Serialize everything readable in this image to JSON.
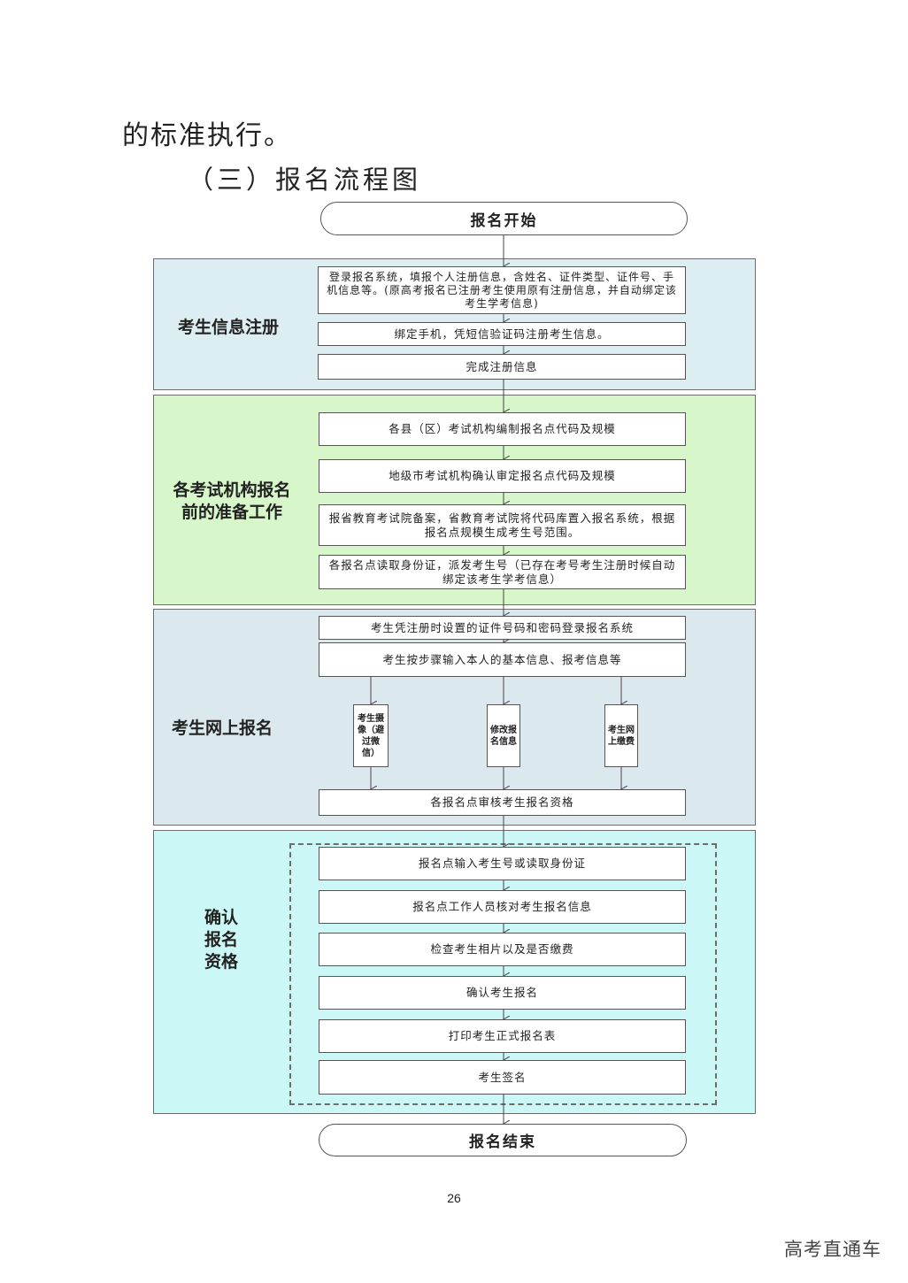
{
  "page": {
    "intro_text": "的标准执行。",
    "heading": "（三）报名流程图",
    "page_number": "26",
    "watermark": "高考直通车"
  },
  "flow": {
    "start": "报名开始",
    "end": "报名结束",
    "sections": [
      {
        "label": "考生信息注册",
        "steps": [
          "登录报名系统，填报个人注册信息，含姓名、证件类型、证件号、手机信息等。(原高考报名已注册考生使用原有注册信息，并自动绑定该考生学考信息)",
          "绑定手机，凭短信验证码注册考生信息。",
          "完成注册信息"
        ]
      },
      {
        "label": "各考试机构报名前的准备工作",
        "steps": [
          "各县（区）考试机构编制报名点代码及规模",
          "地级市考试机构确认审定报名点代码及规模",
          "报省教育考试院备案，省教育考试院将代码库置入报名系统，根据报名点规模生成考生号范围。",
          "各报名点读取身份证，派发考生号（已存在考号考生注册时候自动绑定该考生学考信息）"
        ]
      },
      {
        "label": "考生网上报名",
        "steps": [
          "考生凭注册时设置的证件号码和密码登录报名系统",
          "考生按步骤输入本人的基本信息、报考信息等"
        ],
        "branches": [
          "考生摄像（避过微信）",
          "修改报名信息",
          "考生网上缴费"
        ],
        "final": "各报名点审核考生报名资格"
      },
      {
        "label": "确认报名资格",
        "steps": [
          "报名点输入考生号或读取身份证",
          "报名点工作人员核对考生报名信息",
          "检查考生相片以及是否缴费",
          "确认考生报名",
          "打印考生正式报名表",
          "考生签名"
        ]
      }
    ]
  }
}
